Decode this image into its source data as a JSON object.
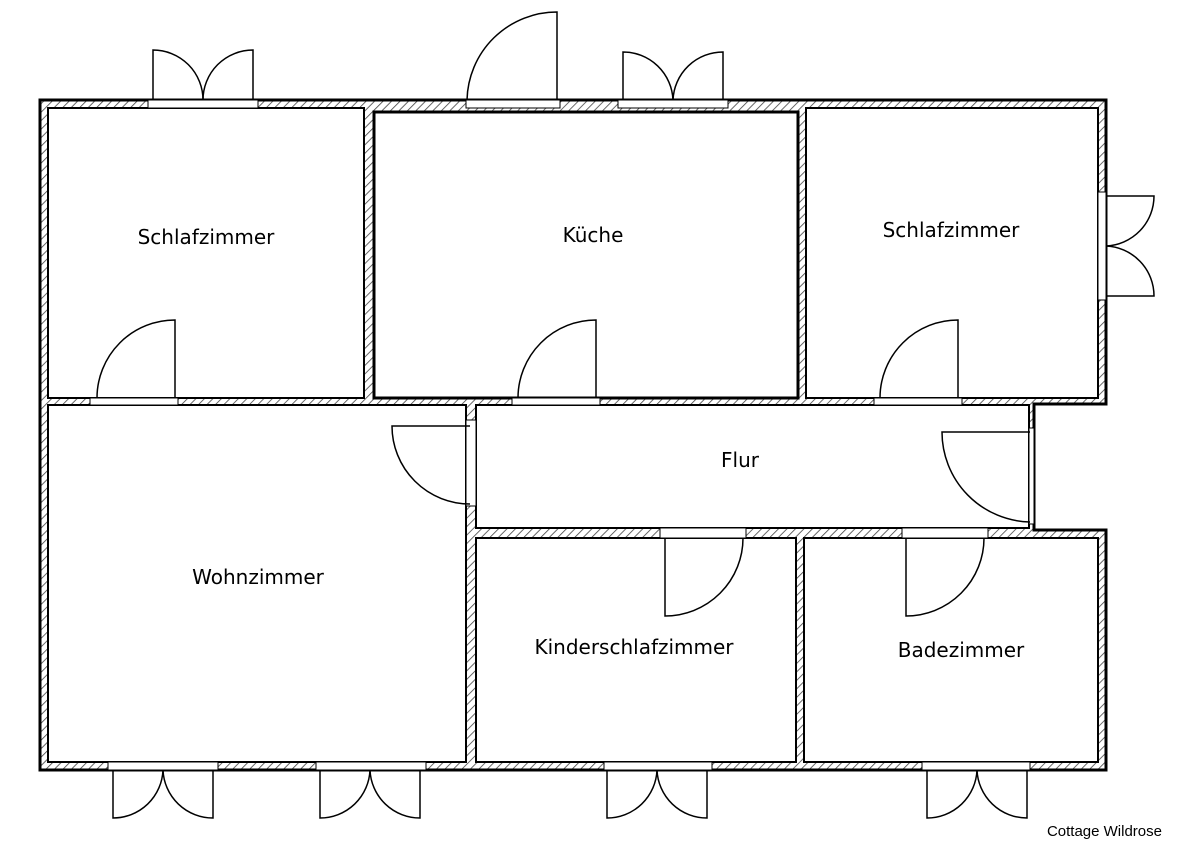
{
  "rooms": {
    "bedroom_left": "Schlafzimmer",
    "kitchen": "Küche",
    "bedroom_right": "Schlafzimmer",
    "hallway": "Flur",
    "living_room": "Wohnzimmer",
    "kids_bedroom": "Kinderschlafzimmer",
    "bathroom": "Badezimmer"
  },
  "caption": "Cottage Wildrose",
  "colors": {
    "line": "#000000",
    "wall_hatch": "#555555",
    "background": "#ffffff"
  }
}
